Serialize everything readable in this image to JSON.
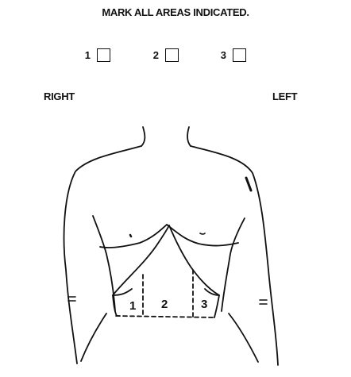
{
  "instruction": "MARK ALL AREAS INDICATED.",
  "choices": [
    {
      "label": "1"
    },
    {
      "label": "2"
    },
    {
      "label": "3"
    }
  ],
  "sides": {
    "right": "RIGHT",
    "left": "LEFT"
  },
  "zones": [
    "1",
    "2",
    "3"
  ]
}
